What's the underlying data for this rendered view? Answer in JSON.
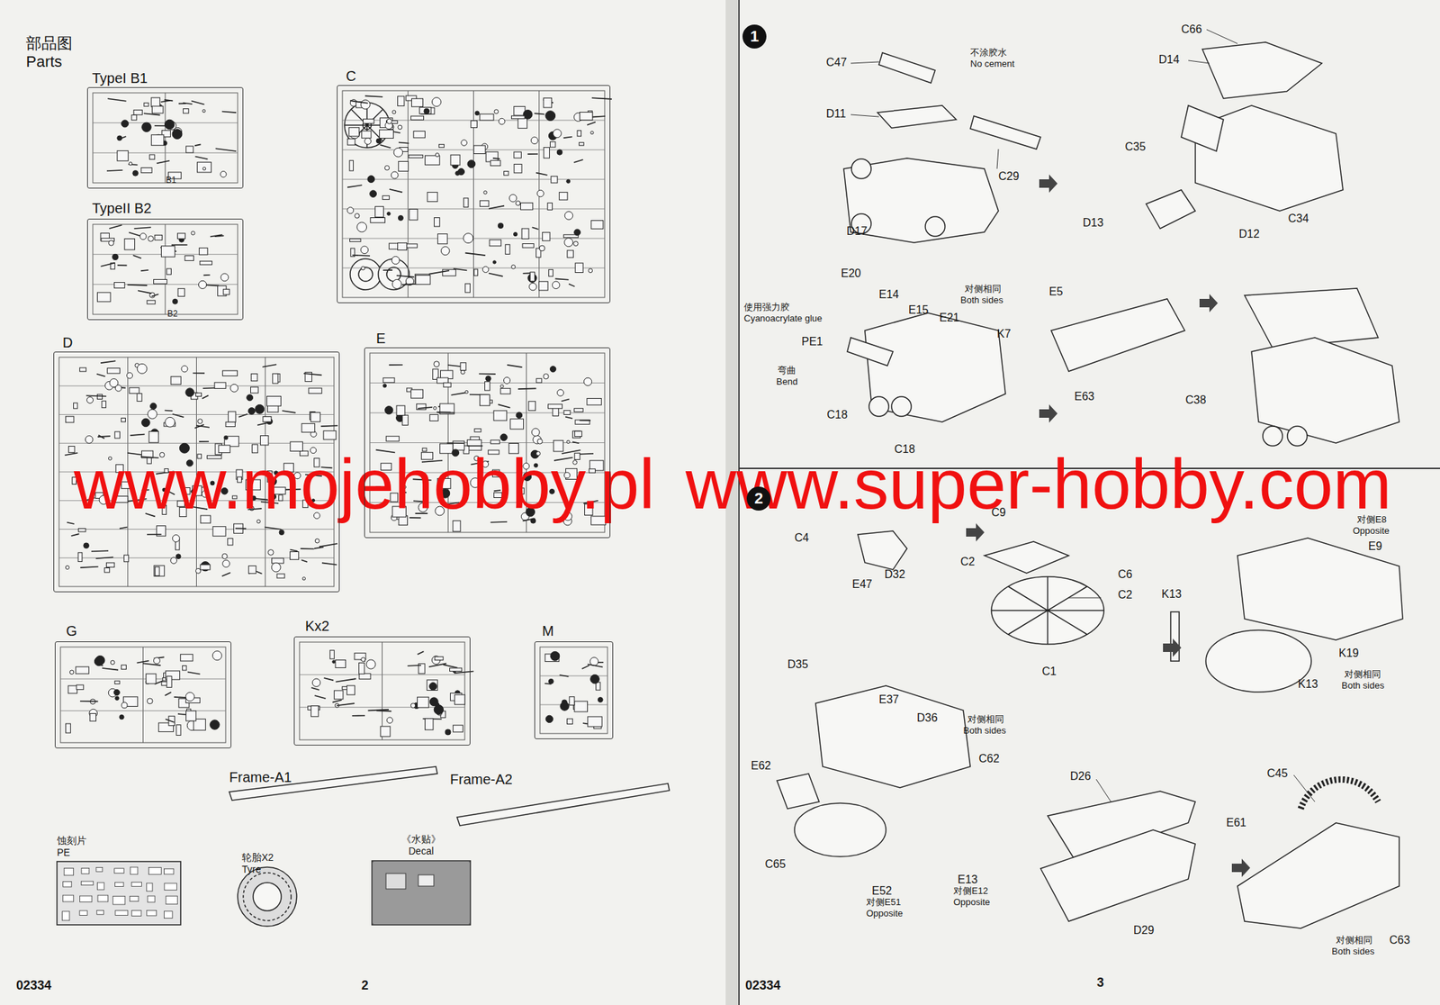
{
  "diagram": {
    "nodes": [
      {
        "text": [
          "TypeI B1"
        ]
      },
      {
        "text": [
          "TypeII B2"
        ]
      },
      {
        "text": [
          "C"
        ]
      },
      {
        "text": [
          "D"
        ]
      },
      {
        "text": [
          "E"
        ]
      },
      {
        "text": [
          "G"
        ]
      },
      {
        "text": [
          "Kx2"
        ]
      },
      {
        "text": [
          "M"
        ]
      },
      {
        "text": [
          "《水贴》",
          "Decal"
        ]
      },
      {
        "text": [
          "1"
        ]
      },
      {
        "text": [
          "2"
        ]
      }
    ],
    "labels": [
      "部品图",
      "Parts",
      "B1",
      "B2",
      "Frame-A1",
      "Frame-A2",
      "蚀刻片",
      "PE",
      "轮胎X2",
      "Tyre",
      "02334",
      "2",
      "02334",
      "3",
      "www.mojehobby.pl",
      "www.super-hobby.com",
      "C47",
      "不涂胶水",
      "No cement",
      "D11",
      "C29",
      "D17",
      "C66",
      "D14",
      "C35",
      "D13",
      "D12",
      "C34",
      "使用强力胶",
      "Cyanoacrylate glue",
      "E20",
      "E14",
      "E15",
      "E21",
      "对侧相同",
      "Both sides",
      "K7",
      "PE1",
      "弯曲",
      "Bend",
      "C18",
      "C18",
      "E5",
      "E63",
      "C38",
      "对侧E8",
      "Opposite",
      "E9",
      "C9",
      "C4",
      "E47",
      "D32",
      "C2",
      "C6",
      "C2",
      "C1",
      "K13",
      "K13",
      "K19",
      "对侧相同",
      "Both sides",
      "D35",
      "E37",
      "D36",
      "对侧相同",
      "Both sides",
      "C62",
      "E62",
      "C65",
      "E52",
      "对侧E51",
      "Opposite",
      "E13",
      "对侧E12",
      "Opposite",
      "D26",
      "D29",
      "C45",
      "E61",
      "对侧相同",
      "Both sides",
      "C63"
    ]
  }
}
